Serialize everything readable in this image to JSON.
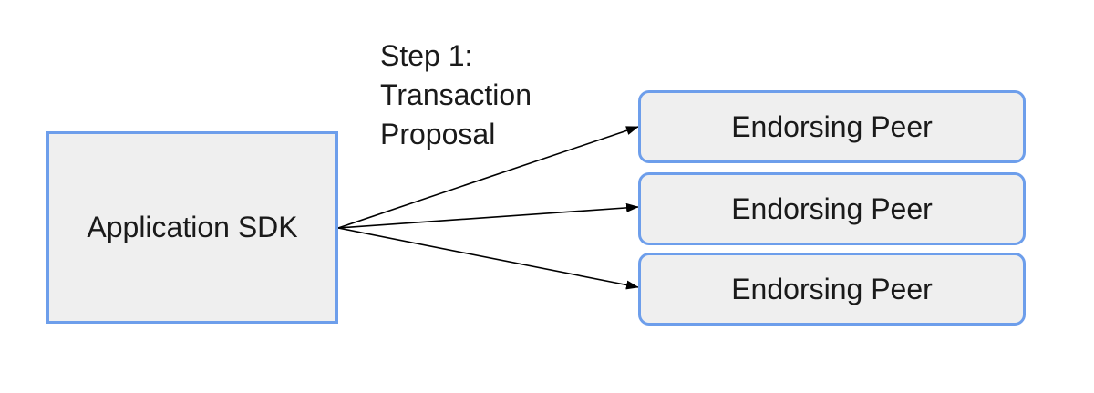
{
  "diagram": {
    "source": {
      "label": "Application SDK"
    },
    "step": {
      "line1": "Step 1:",
      "line2": "Transaction",
      "line3": "Proposal"
    },
    "targets": [
      {
        "label": "Endorsing Peer"
      },
      {
        "label": "Endorsing Peer"
      },
      {
        "label": "Endorsing Peer"
      }
    ],
    "colors": {
      "box_border": "#6d9eeb",
      "box_fill": "#efefef",
      "arrow": "#000000"
    }
  }
}
